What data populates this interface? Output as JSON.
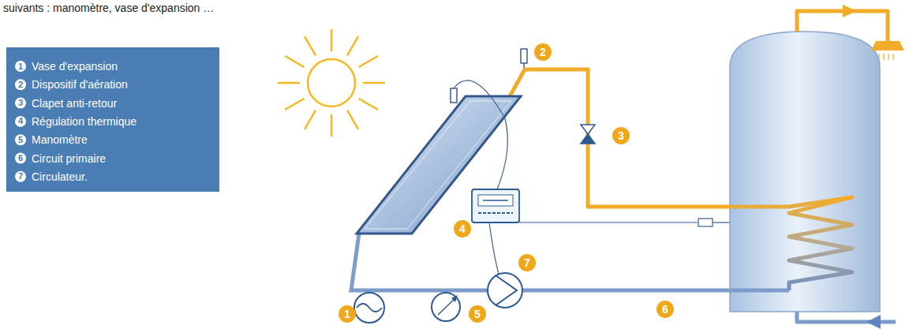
{
  "diagram": {
    "labels": [
      "suivants : manomètre, vase d'expansion …",
      "1",
      "2",
      "3",
      "4",
      "5",
      "6",
      "7",
      "1",
      "2",
      "3",
      "4",
      "5",
      "6",
      "7"
    ],
    "legend": [
      {
        "text": "Vase d'expansion"
      },
      {
        "text": "Dispositif d'aération"
      },
      {
        "text": "Clapet anti-retour"
      },
      {
        "text": "Régulation thermique"
      },
      {
        "text": "Manomètre"
      },
      {
        "text": "Circuit primaire"
      },
      {
        "text": "Circulateur."
      }
    ]
  }
}
